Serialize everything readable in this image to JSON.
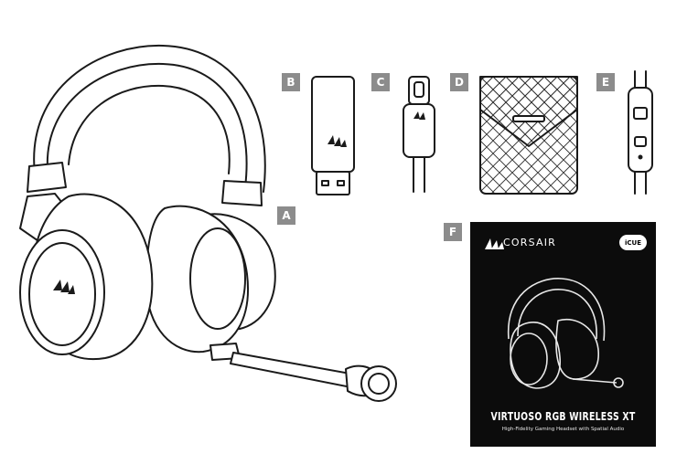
{
  "labels": {
    "a": "A",
    "b": "B",
    "c": "C",
    "d": "D",
    "e": "E",
    "f": "F"
  },
  "guide": {
    "brand": "CORSAIR",
    "cue_badge": "iCUE",
    "product_title": "VIRTUOSO RGB WIRELESS XT",
    "product_subtitle": "High-Fidelity Gaming Headset with Spatial Audio"
  },
  "items": [
    {
      "label": "A",
      "icon": "headset-icon"
    },
    {
      "label": "B",
      "icon": "usb-wireless-adapter-icon"
    },
    {
      "label": "C",
      "icon": "usb-c-cable-icon"
    },
    {
      "label": "D",
      "icon": "storage-pouch-icon"
    },
    {
      "label": "E",
      "icon": "analog-cable-icon"
    },
    {
      "label": "F",
      "icon": "quick-start-guide-icon"
    }
  ]
}
